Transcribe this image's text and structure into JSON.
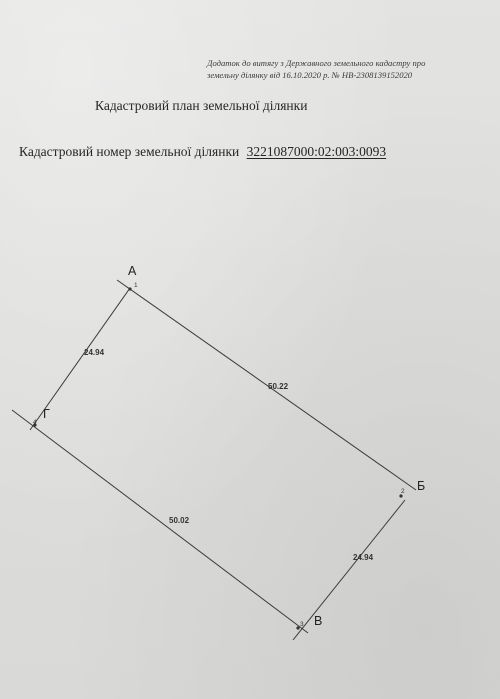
{
  "header": {
    "annex_line1": "Додаток до витягу з Державного земельного кадастру про",
    "annex_line2": "земельну ділянку від 16.10.2020 р. № НВ-2308139152020"
  },
  "document": {
    "title": "Кадастровий план земельної ділянки",
    "cadastral_label": "Кадастровий номер земельної ділянки",
    "cadastral_number": "3221087000:02:003:0093"
  },
  "plan": {
    "corners": [
      {
        "letter": "А",
        "number": "1"
      },
      {
        "letter": "Б",
        "number": "2"
      },
      {
        "letter": "В",
        "number": "3"
      },
      {
        "letter": "Г",
        "number": "4"
      }
    ],
    "sides": [
      {
        "name": "А-Б",
        "length": "50.22"
      },
      {
        "name": "Б-В",
        "length": "24.94"
      },
      {
        "name": "В-Г",
        "length": "50.02"
      },
      {
        "name": "Г-А",
        "length": "24.94"
      }
    ],
    "line_color": "#3a3a3a"
  }
}
